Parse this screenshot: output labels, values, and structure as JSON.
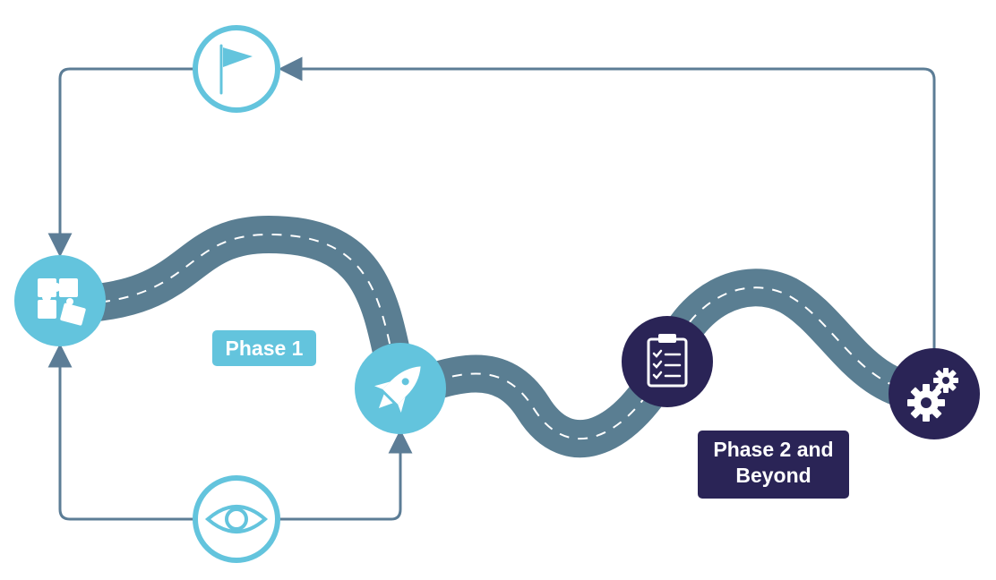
{
  "labels": {
    "phase1": "Phase 1",
    "phase2_line1": "Phase 2 and",
    "phase2_line2": "Beyond"
  },
  "colors": {
    "light_blue": "#63c4dd",
    "dark_navy": "#2a2456",
    "road": "#5a7e92",
    "connector": "#5c7d96",
    "white": "#ffffff"
  },
  "icons": {
    "top": "flag-icon",
    "left": "puzzle-icon",
    "bottom": "eye-icon",
    "road_1": "rocket-icon",
    "road_2": "clipboard-checklist-icon",
    "road_3": "gears-icon"
  }
}
